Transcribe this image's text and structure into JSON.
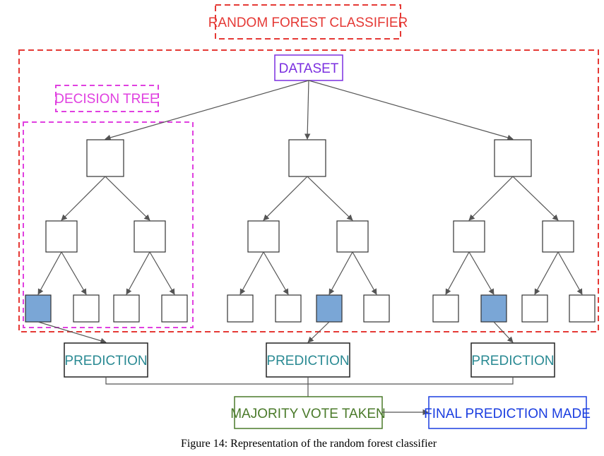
{
  "title": "RANDOM FOREST CLASSIFIER",
  "dataset_label": "DATASET",
  "decision_tree_label": "DECISION TREE",
  "prediction_labels": [
    "PREDICTION",
    "PREDICTION",
    "PREDICTION"
  ],
  "majority_vote_label": "MAJORITY VOTE TAKEN",
  "final_prediction_label": "FINAL PREDICTION MADE",
  "caption": "Figure 14: Representation of the random forest classifier",
  "colors": {
    "forest_border": "#e53935",
    "title_text": "#e53935",
    "dataset": "#7b2fe0",
    "decision_tree": "#e040e0",
    "prediction": "#2a8a93",
    "majority_vote": "#4a7a2a",
    "final_prediction": "#1a3de0",
    "highlight_leaf": "#7aa6d6",
    "node_border": "#333333",
    "edge": "#555555"
  },
  "trees": [
    {
      "selected_leaf": 0
    },
    {
      "selected_leaf": 2
    },
    {
      "selected_leaf": 1
    }
  ]
}
